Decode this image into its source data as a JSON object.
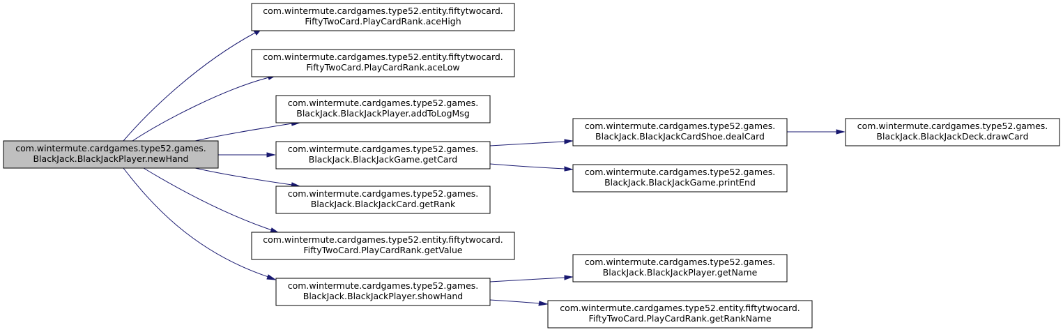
{
  "diagram": {
    "type": "call-graph",
    "colors": {
      "edge": "#191970",
      "root_fill": "#bfbfbf",
      "node_fill": "#ffffff",
      "node_border": "#000000"
    },
    "nodes": [
      {
        "id": "root",
        "root": true,
        "line1": "com.wintermute.cardgames.type52.games.",
        "line2": "BlackJack.BlackJackPlayer.newHand"
      },
      {
        "id": "aceHigh",
        "root": false,
        "line1": "com.wintermute.cardgames.type52.entity.fiftytwocard.",
        "line2": "FiftyTwoCard.PlayCardRank.aceHigh"
      },
      {
        "id": "aceLow",
        "root": false,
        "line1": "com.wintermute.cardgames.type52.entity.fiftytwocard.",
        "line2": "FiftyTwoCard.PlayCardRank.aceLow"
      },
      {
        "id": "addToLogMsg",
        "root": false,
        "line1": "com.wintermute.cardgames.type52.games.",
        "line2": "BlackJack.BlackJackPlayer.addToLogMsg"
      },
      {
        "id": "getCard",
        "root": false,
        "line1": "com.wintermute.cardgames.type52.games.",
        "line2": "BlackJack.BlackJackGame.getCard"
      },
      {
        "id": "getRank",
        "root": false,
        "line1": "com.wintermute.cardgames.type52.games.",
        "line2": "BlackJack.BlackJackCard.getRank"
      },
      {
        "id": "getValue",
        "root": false,
        "line1": "com.wintermute.cardgames.type52.entity.fiftytwocard.",
        "line2": "FiftyTwoCard.PlayCardRank.getValue"
      },
      {
        "id": "showHand",
        "root": false,
        "line1": "com.wintermute.cardgames.type52.games.",
        "line2": "BlackJack.BlackJackPlayer.showHand"
      },
      {
        "id": "dealCard",
        "root": false,
        "line1": "com.wintermute.cardgames.type52.games.",
        "line2": "BlackJack.BlackJackCardShoe.dealCard"
      },
      {
        "id": "printEnd",
        "root": false,
        "line1": "com.wintermute.cardgames.type52.games.",
        "line2": "BlackJack.BlackJackGame.printEnd"
      },
      {
        "id": "getName",
        "root": false,
        "line1": "com.wintermute.cardgames.type52.games.",
        "line2": "BlackJack.BlackJackPlayer.getName"
      },
      {
        "id": "getRankName",
        "root": false,
        "line1": "com.wintermute.cardgames.type52.entity.fiftytwocard.",
        "line2": "FiftyTwoCard.PlayCardRank.getRankName"
      },
      {
        "id": "drawCard",
        "root": false,
        "line1": "com.wintermute.cardgames.type52.games.",
        "line2": "BlackJack.BlackJackDeck.drawCard"
      }
    ],
    "edges": [
      {
        "from": "root",
        "to": "aceHigh"
      },
      {
        "from": "root",
        "to": "aceLow"
      },
      {
        "from": "root",
        "to": "addToLogMsg"
      },
      {
        "from": "root",
        "to": "getCard"
      },
      {
        "from": "root",
        "to": "getRank"
      },
      {
        "from": "root",
        "to": "getValue"
      },
      {
        "from": "root",
        "to": "showHand"
      },
      {
        "from": "getCard",
        "to": "dealCard"
      },
      {
        "from": "getCard",
        "to": "printEnd"
      },
      {
        "from": "dealCard",
        "to": "drawCard"
      },
      {
        "from": "showHand",
        "to": "getName"
      },
      {
        "from": "showHand",
        "to": "getRankName"
      }
    ]
  }
}
